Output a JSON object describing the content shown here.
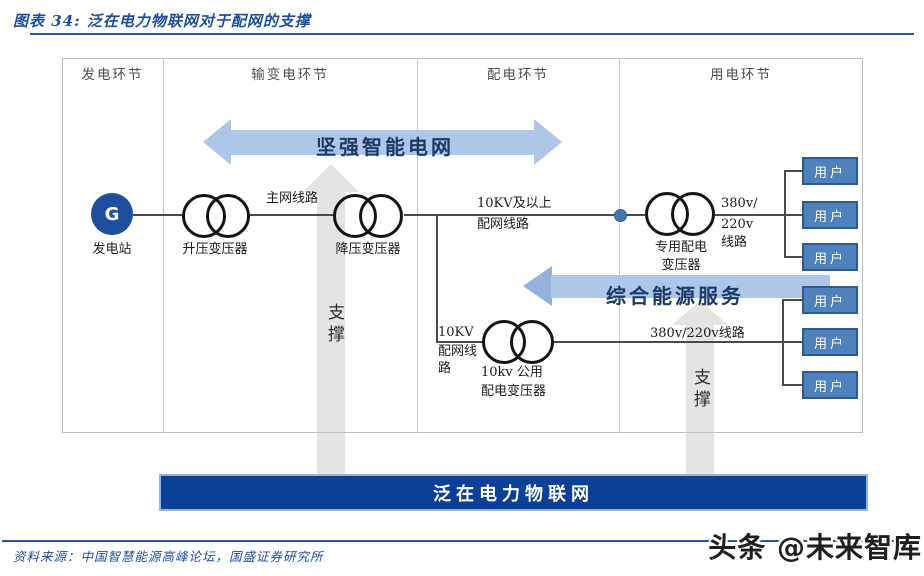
{
  "figure": {
    "title": "图表 34: 泛在电力物联网对于配网的支撑",
    "source": "资料来源：中国智慧能源高峰论坛，国盛证券研究所",
    "watermark": "头条 @未来智库"
  },
  "columns": [
    "发电环节",
    "输变电环节",
    "配电环节",
    "用电环节"
  ],
  "arrows": {
    "smart_grid": "坚强智能电网",
    "integrated_energy": "综合能源服务",
    "support_left": "支撑",
    "support_right": "支撑"
  },
  "bottom_bar": "泛在电力物联网",
  "nodes": {
    "generator_symbol": "G",
    "generator_label": "发电站",
    "step_up_transformer": "升压变压器",
    "step_down_transformer": "降压变压器",
    "dedicated_transformer": [
      "专用配电",
      "变压器"
    ],
    "public_transformer": [
      "10kv 公用",
      "配电变压器"
    ],
    "user": "用户"
  },
  "lines": {
    "main_grid": "主网线路",
    "above_10kv": [
      "10KV及以上",
      "配网线路"
    ],
    "voltage_380_220": [
      "380v/",
      "220v",
      "线路"
    ],
    "line_10kv": [
      "10KV",
      "配网线",
      "路"
    ],
    "voltage_380_220_low": "380v/220v线路"
  },
  "colors": {
    "accent_blue": "#1F4E9C",
    "bar_blue": "#0C3F96",
    "user_box_blue": "#4F81BD",
    "light_arrow_blue": "#AEC6E8",
    "support_arrow_gray": "#E4E4E4",
    "wire_gray": "#4a4a4a"
  }
}
